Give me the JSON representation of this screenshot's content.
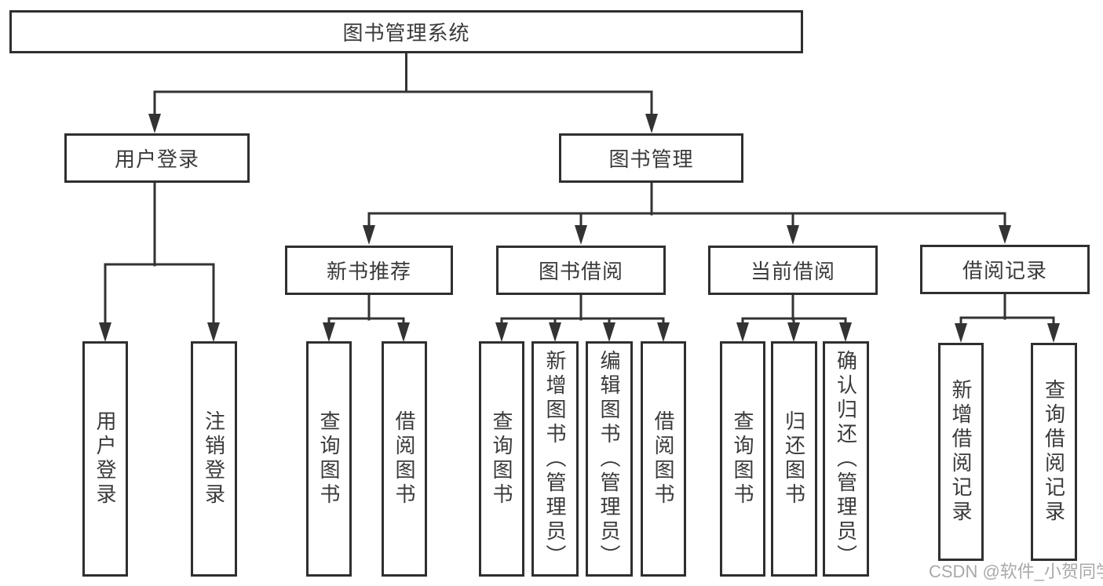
{
  "diagram": {
    "type": "hierarchy-tree",
    "root": {
      "label": "图书管理系统"
    },
    "branches": [
      {
        "label": "用户登录",
        "children": [
          {
            "label": "用户登录"
          },
          {
            "label": "注销登录"
          }
        ]
      },
      {
        "label": "图书管理",
        "children": [
          {
            "label": "新书推荐",
            "children": [
              {
                "label": "查询图书"
              },
              {
                "label": "借阅图书"
              }
            ]
          },
          {
            "label": "图书借阅",
            "children": [
              {
                "label": "查询图书"
              },
              {
                "label": "新增图书（管理员）"
              },
              {
                "label": "编辑图书（管理员）"
              },
              {
                "label": "借阅图书"
              }
            ]
          },
          {
            "label": "当前借阅",
            "children": [
              {
                "label": "查询图书"
              },
              {
                "label": "归还图书"
              },
              {
                "label": "确认归还（管理员）"
              }
            ]
          },
          {
            "label": "借阅记录",
            "children": [
              {
                "label": "新增借阅记录"
              },
              {
                "label": "查询借阅记录"
              }
            ]
          }
        ]
      }
    ]
  },
  "watermark": {
    "text": "CSDN @软件_小贺同学",
    "color": "#a9a9a9"
  },
  "colors": {
    "line": "#333333",
    "box_border": "#2f2f2f",
    "text": "#3a3a3a",
    "background": "#ffffff"
  }
}
